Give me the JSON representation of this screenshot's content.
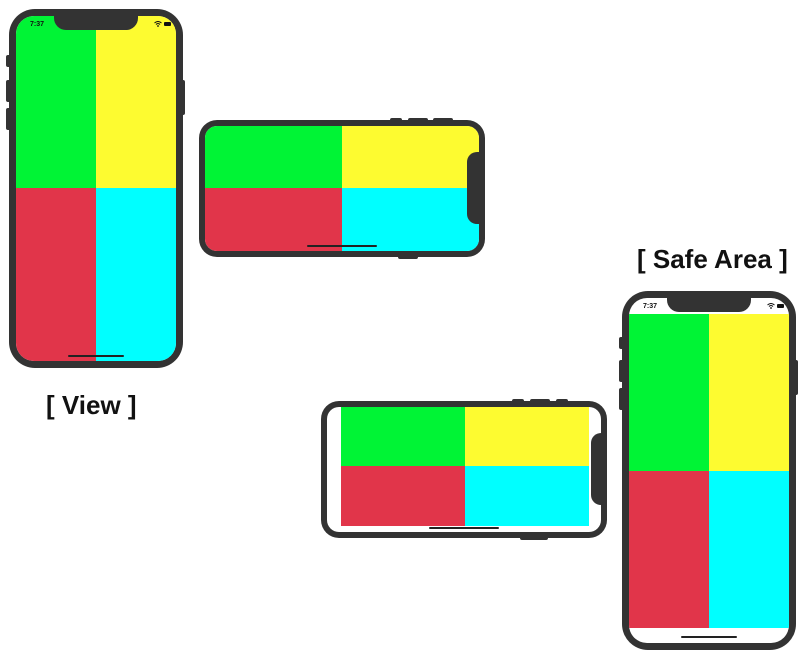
{
  "captions": {
    "view": "[ View ]",
    "safe_area": "[ Safe Area ]"
  },
  "status_time": "7:37",
  "colors": {
    "top_left": "#00F435",
    "top_right": "#FDFB30",
    "bottom_left": "#E1354A",
    "bottom_right": "#00FFFF",
    "frame": "#333333"
  }
}
